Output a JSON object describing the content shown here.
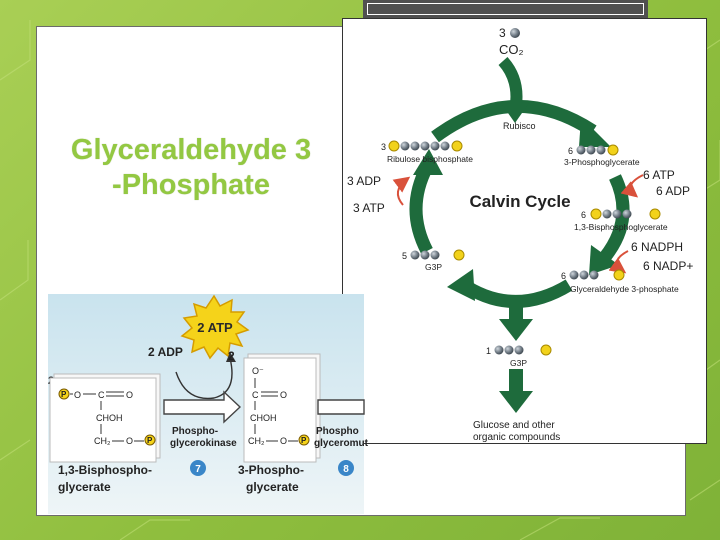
{
  "slide": {
    "title_line1": "Glyceraldehyde 3",
    "title_line2": "-Phosphate"
  },
  "calvin": {
    "center_title": "Calvin Cycle",
    "co2_count": "3",
    "co2_label": "CO₂",
    "rubisco": "Rubisco",
    "rubp_count": "3",
    "rubp_label": "Ribulose bisphosphate",
    "pga_count": "6",
    "pga_label": "3-Phosphoglycerate",
    "atp_in": "6 ATP",
    "adp_out": "6 ADP",
    "bpg_count": "6",
    "bpg_label": "1,3-Bisphosphoglycerate",
    "nadph_in": "6 NADPH",
    "nadp_out": "6 NADP+",
    "gap_count": "6",
    "gap_label": "Glyceraldehyde 3-phosphate",
    "adp_left": "3 ADP",
    "atp_left": "3 ATP",
    "g3p_recycle_count": "5",
    "g3p_recycle_label": "G3P",
    "g3p_out_count": "1",
    "g3p_out_label": "G3P",
    "product_line1": "Glucose and other",
    "product_line2": "organic compounds",
    "phosphate_symbol": "P",
    "colors": {
      "arrow": "#1e6b3c",
      "phosphate": "#f2d21b",
      "accent": "#d9513b"
    }
  },
  "glycolysis": {
    "atp_label": "2 ATP",
    "adp_label": "2 ADP",
    "left_coef": "2",
    "mid_coef": "2",
    "mol1_name_line1": "1,3-Bisphospho-",
    "mol1_name_line2": "glycerate",
    "mol2_name_line1": "3-Phospho-",
    "mol2_name_line2": "glycerate",
    "enzyme1_line1": "Phospho-",
    "enzyme1_line2": "glycerokinase",
    "enzyme2_line1": "Phospho",
    "enzyme2_line2": "glyceromut",
    "step7": "7",
    "step8": "8",
    "p_symbol": "P",
    "formula": {
      "o_single": "O",
      "o_double": "O",
      "o_minus": "O⁻",
      "c_top": "C",
      "choh": "CHOH",
      "ch2": "CH₂",
      "o_link": "O"
    }
  }
}
